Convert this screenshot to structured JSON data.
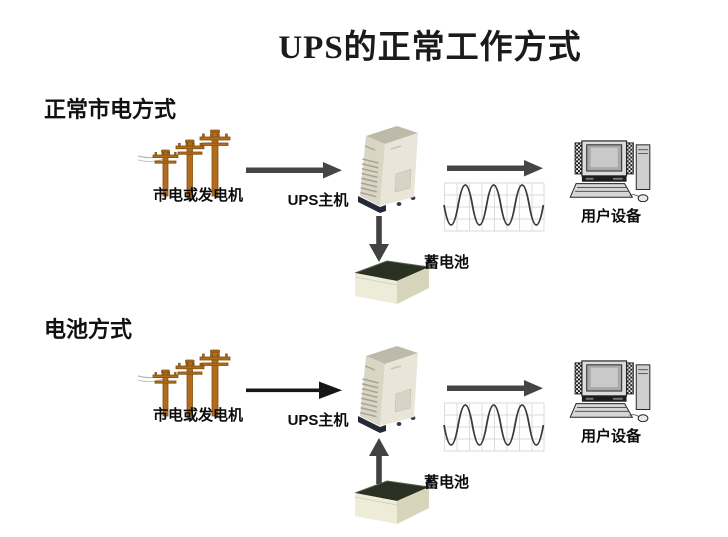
{
  "title": "UPS的正常工作方式",
  "colors": {
    "background": "#ffffff",
    "text": "#0d0d0d",
    "pole_brown": "#b26c1c",
    "arrow_dark": "#454545",
    "arrow_black": "#161616",
    "ups_beige": "#e9e6d9",
    "battery_body": "#edecd9",
    "battery_top": "#2a3122"
  },
  "icons": [
    "power-poles-icon",
    "arrow-right-icon",
    "ups-tower-icon",
    "arrow-down-icon",
    "arrow-up-icon",
    "battery-icon",
    "sine-wave-icon",
    "computer-icon"
  ],
  "sections": [
    {
      "mode_label": "正常市电方式",
      "source_label": "市电或发电机",
      "ups_label": "UPS主机",
      "battery_label": "蓄电池",
      "device_label": "用户设备",
      "battery_arrow": "down"
    },
    {
      "mode_label": "电池方式",
      "source_label": "市电或发电机",
      "ups_label": "UPS主机",
      "battery_label": "蓄电池",
      "device_label": "用户设备",
      "battery_arrow": "up"
    }
  ]
}
